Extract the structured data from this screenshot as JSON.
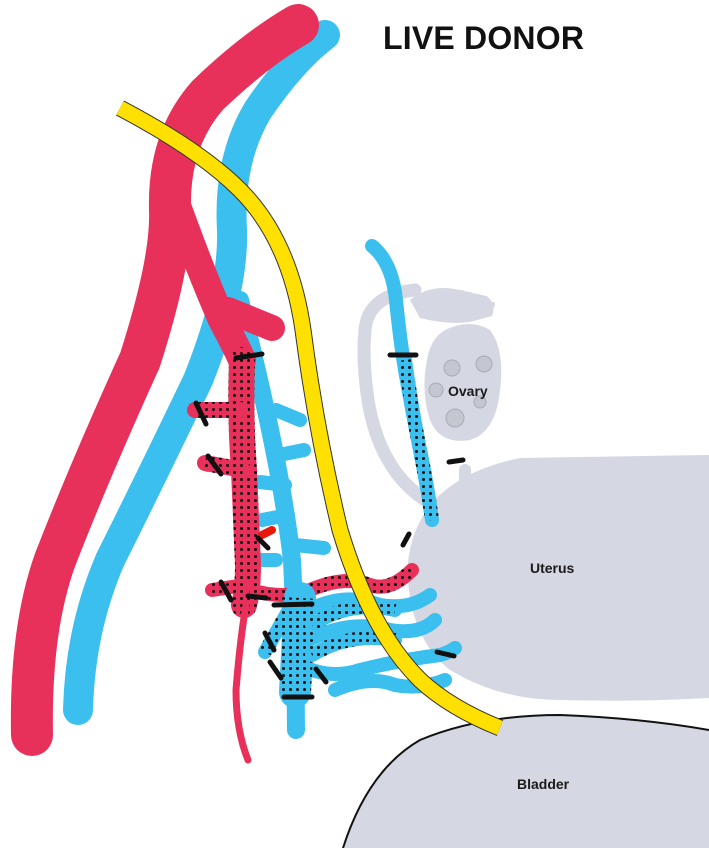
{
  "title": "LIVE DONOR",
  "labels": {
    "ovary": "Ovary",
    "uterus": "Uterus",
    "bladder": "Bladder"
  },
  "colors": {
    "artery": "#e8315a",
    "vein": "#3bbfee",
    "ureter": "#ffe000",
    "organ": "#d5d7e2",
    "ovary_follicle": "#c4c6d0",
    "clamp": "#111111",
    "background": "#ffffff"
  },
  "icons": {
    "ligature": "black-bar-clamp",
    "harvested_segment": "dotted-pattern"
  }
}
